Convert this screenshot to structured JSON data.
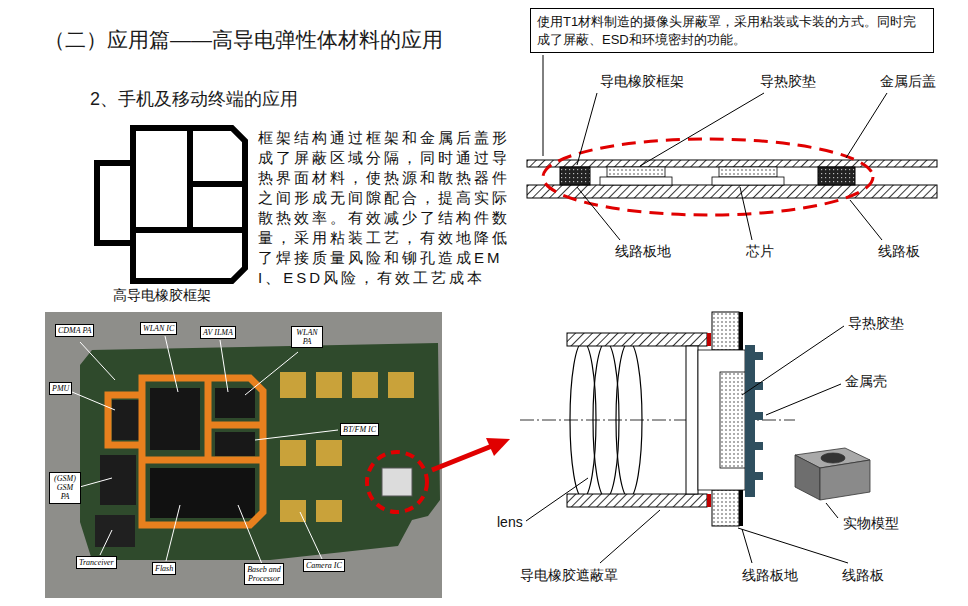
{
  "diagram": {
    "title": "（二）应用篇——高导电弹性体材料的应用",
    "nodes": [
      {
        "text": [
          "使用T1材料制造的摄像头屏蔽罩，采用粘装或卡装的方式。同时完成了屏蔽、ESD和环境密封的功能。"
        ]
      },
      {
        "text": [
          "CDMA PA"
        ]
      },
      {
        "text": [
          "WLAN IC"
        ]
      },
      {
        "text": [
          "AV ILMA"
        ]
      },
      {
        "text": [
          "WLAN PA"
        ]
      },
      {
        "text": [
          "PMU"
        ]
      },
      {
        "text": [
          "(GSM) GSM PA"
        ]
      },
      {
        "text": [
          "BT/FM IC"
        ]
      },
      {
        "text": [
          "Tranceiver"
        ]
      },
      {
        "text": [
          "Flash"
        ]
      },
      {
        "text": [
          "Baseb and Processor"
        ]
      },
      {
        "text": [
          "Camera IC"
        ]
      }
    ],
    "labels": [
      "2、手机及移动终端的应用",
      "框架结构通过框架和金属后盖形成了屏蔽区域分隔，同时通过导热界面材料，使热源和散热器件之间形成无间隙配合，提高实际散热效率。有效减少了结构件数量，采用粘装工艺，有效地降低了焊接质量风险和铆孔造成EMI、ESD风险，有效工艺成本",
      "高导电橡胶框架",
      "导电橡胶框架",
      "导热胶垫",
      "金属后盖",
      "线路板地",
      "芯片",
      "线路板",
      "导热胶垫",
      "金属壳",
      "实物模型",
      "lens",
      "导电橡胶遮蔽罩",
      "线路板地",
      "线路板"
    ]
  }
}
